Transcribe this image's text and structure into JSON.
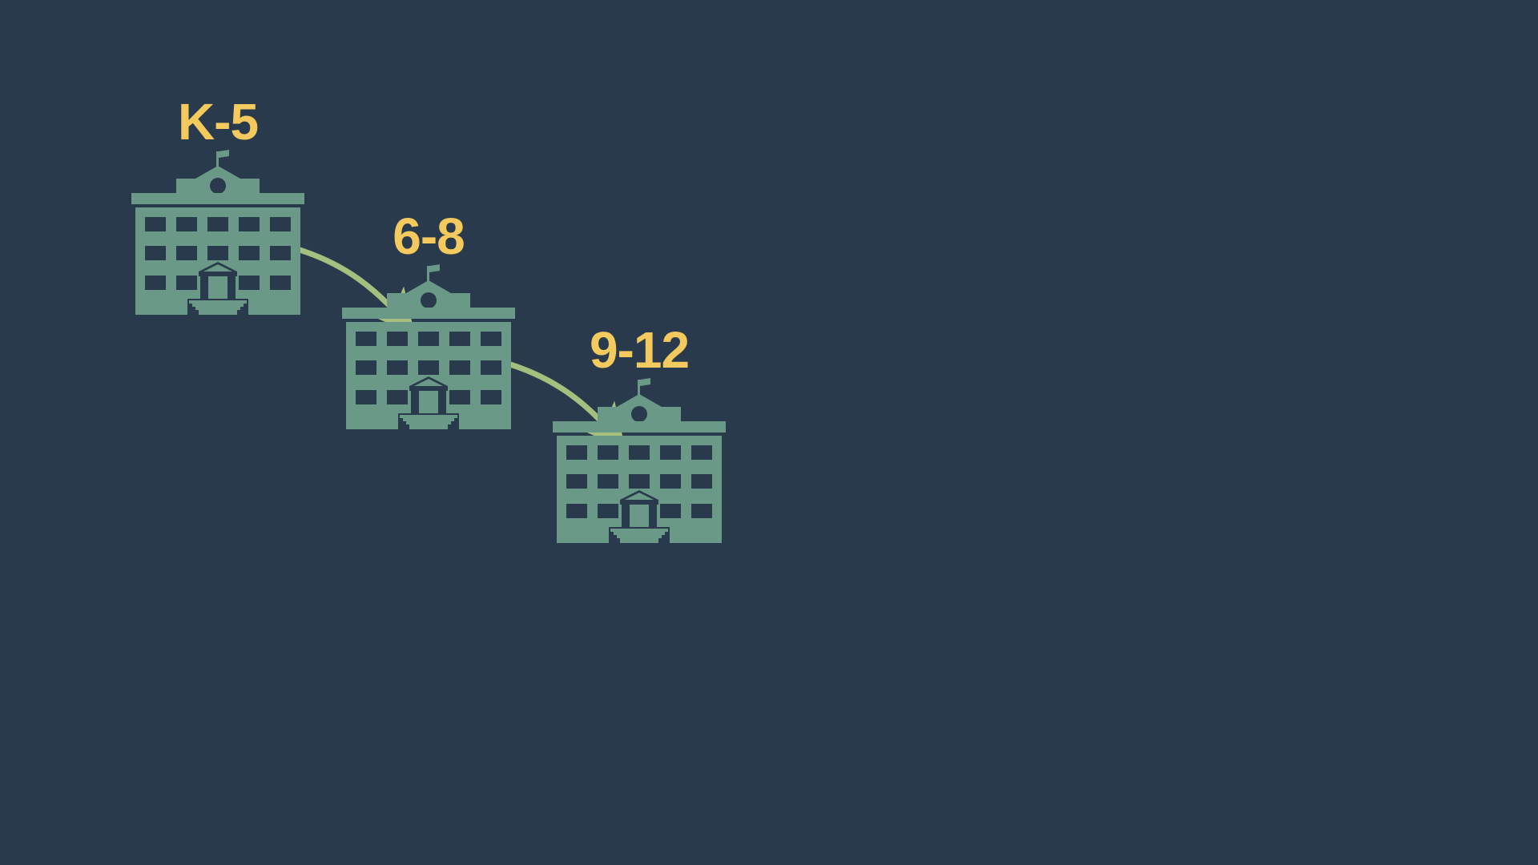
{
  "colors": {
    "background": "#283a4b",
    "label": "#f4c95d",
    "building": "#6a9a87",
    "arrow": "#a5bf7f"
  },
  "schools": [
    {
      "label": "K-5",
      "icon": "school-building-icon"
    },
    {
      "label": "6-8",
      "icon": "school-building-icon"
    },
    {
      "label": "9-12",
      "icon": "school-building-icon"
    }
  ],
  "arrows": [
    {
      "from": "K-5",
      "to": "6-8",
      "icon": "curved-arrow-icon"
    },
    {
      "from": "6-8",
      "to": "9-12",
      "icon": "curved-arrow-icon"
    }
  ]
}
